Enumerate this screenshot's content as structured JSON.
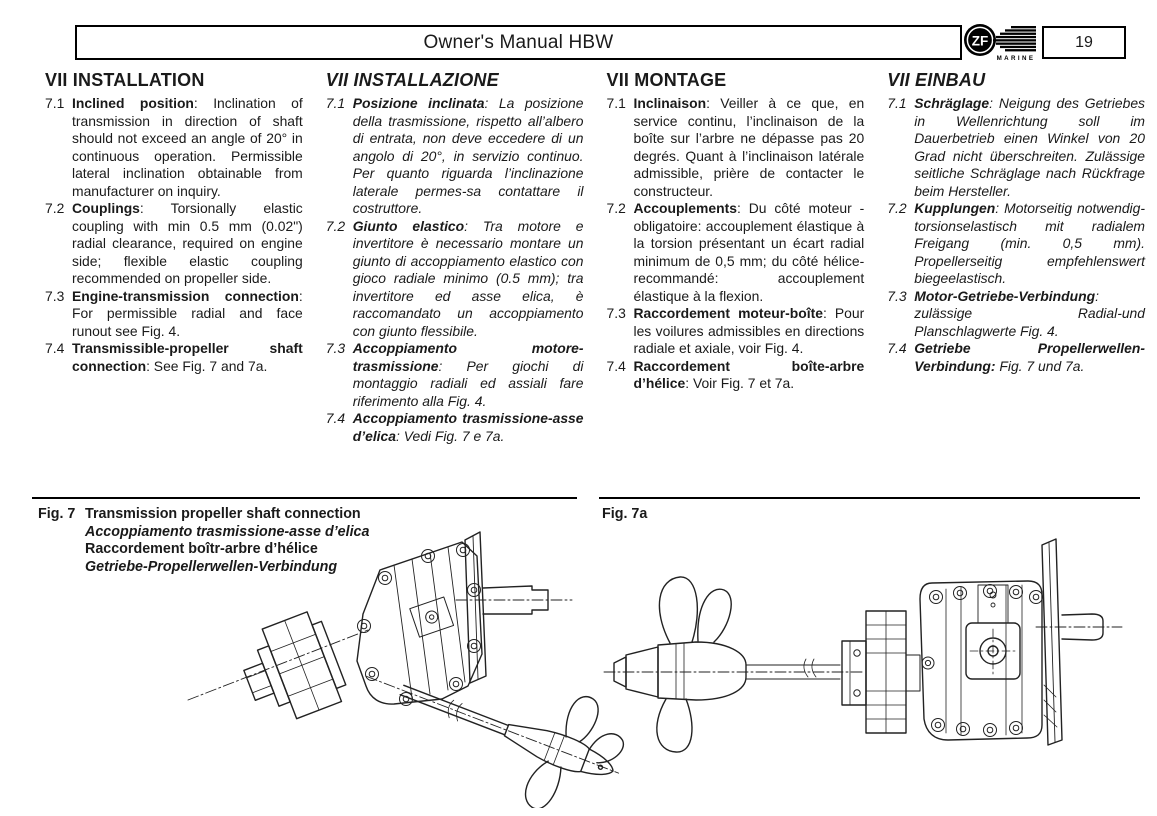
{
  "page": {
    "background": "#ffffff",
    "ink": "#1a1a1a"
  },
  "header": {
    "title": "Owner's Manual HBW",
    "page_number": "19",
    "logo_zf_text": "ZF",
    "logo_marine_text": "MARINE"
  },
  "columns": [
    {
      "lang": "english",
      "heading": "VII INSTALLATION",
      "items": [
        {
          "num": "7.1",
          "term": "Inclined position",
          "body": ": Inclination of transmission in direction of shaft should not exceed an angle of 20° in continuous operation. Permissible lateral inclination obtainable from manufacturer on inquiry."
        },
        {
          "num": "7.2",
          "term": "Couplings",
          "body": ": Torsionally elastic coupling with min 0.5 mm (0.02\") radial clearance, required on engine side; flexible elastic coupling recommended on propeller side."
        },
        {
          "num": "7.3",
          "term": "Engine-transmission connection",
          "body": ": For permissible radial and face runout see Fig. 4."
        },
        {
          "num": "7.4",
          "term": "Transmissible-propeller shaft connection",
          "body": ": See Fig. 7 and 7a."
        }
      ]
    },
    {
      "lang": "italiano",
      "heading": "VII INSTALLAZIONE",
      "items": [
        {
          "num": "7.1",
          "term": "Posizione inclinata",
          "body": ": La posizione della trasmissione, rispetto all’albero di entrata, non deve eccedere di un angolo di 20°, in servizio continuo. Per quanto riguarda l’inclinazione laterale permes-sa contattare il costruttore."
        },
        {
          "num": "7.2",
          "term": "Giunto elastico",
          "body": ": Tra motore e invertitore è necessario montare un giunto di accoppiamento elastico con gioco radiale minimo (0.5 mm); tra invertitore ed asse elica, è raccomandato un accoppiamento con giunto flessibile."
        },
        {
          "num": "7.3",
          "term": "Accoppiamento motore-trasmissione",
          "body": ": Per giochi di montaggio radiali ed assiali fare riferimento alla Fig. 4."
        },
        {
          "num": "7.4",
          "term": "Accoppiamento trasmissione-asse d’elica",
          "body": ": Vedi Fig. 7 e 7a."
        }
      ]
    },
    {
      "lang": "francais",
      "heading": "VII MONTAGE",
      "items": [
        {
          "num": "7.1",
          "term": "Inclinaison",
          "body": ": Veiller à ce que, en service continu, l’inclinaison de la boîte sur l’arbre ne dépasse pas 20 degrés. Quant à l’inclinaison latérale admissible, prière de contacter le constructeur."
        },
        {
          "num": "7.2",
          "term": "Accouplements",
          "body": ": Du côté moteur -obligatoire: accouplement élastique à la torsion présentant un écart radial minimum de 0,5 mm; du côté hélice-recommandé: accouplement élastique à la flexion."
        },
        {
          "num": "7.3",
          "term": "Raccordement moteur-boîte",
          "body": ": Pour les voilures admissibles en directions radiale et axiale, voir Fig. 4."
        },
        {
          "num": "7.4",
          "term": "Raccordement boîte-arbre d’hélice",
          "body": ": Voir Fig. 7 et 7a."
        }
      ]
    },
    {
      "lang": "deutsch",
      "heading": "VII EINBAU",
      "items": [
        {
          "num": "7.1",
          "term": "Schräglage",
          "body": ": Neigung des Getriebes in Wellenrichtung soll im Dauerbetrieb einen Winkel von 20 Grad nicht überschreiten. Zulässige seitliche Schräglage nach Rückfrage beim Hersteller."
        },
        {
          "num": "7.2",
          "term": "Kupplungen",
          "body": ": Motorseitig notwendig-torsionselastisch mit radialem Freigang (min. 0,5 mm). Propellerseitig empfehlenswert biegeelastisch."
        },
        {
          "num": "7.3",
          "term": "Motor-Getriebe-Verbindung",
          "body": ": zulässige Radial-und Planschlagwerte Fig. 4."
        },
        {
          "num": "7.4",
          "term": "Getriebe Propellerwellen-Verbindung:",
          "body": " Fig. 7 und 7a."
        }
      ]
    }
  ],
  "figures": {
    "fig7": {
      "label": "Fig. 7",
      "caption_en": "Transmission propeller shaft connection",
      "caption_it": "Accoppiamento trasmissione-asse d’elica",
      "caption_fr": "Raccordement boîtr-arbre d’hélice",
      "caption_de": "Getriebe-Propellerwellen-Verbindung"
    },
    "fig7a": {
      "label": "Fig. 7a"
    }
  }
}
